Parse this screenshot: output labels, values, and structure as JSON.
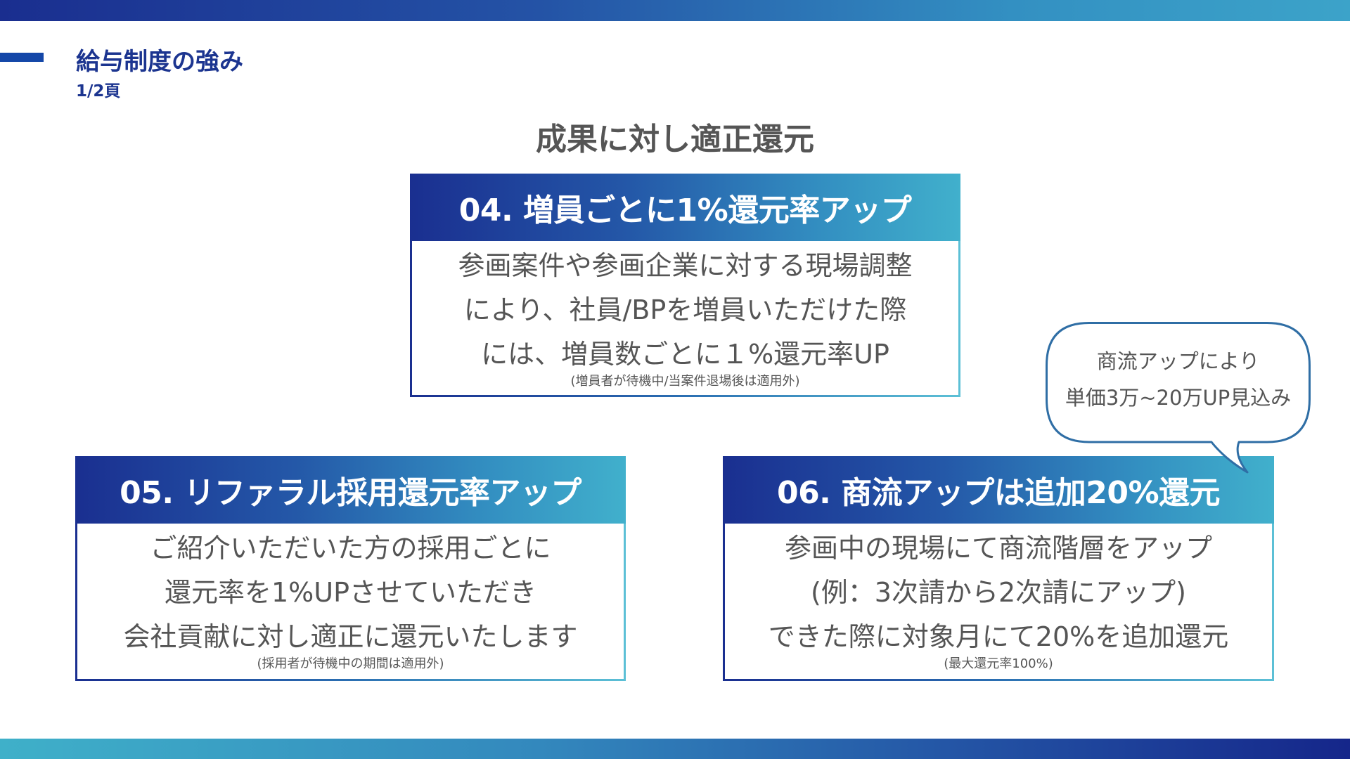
{
  "header": {
    "title": "給与制度の強み",
    "page_indicator": "1/2頁"
  },
  "heading": "成果に対し適正還元",
  "colors": {
    "brand_dark_blue": "#1a2f90",
    "brand_teal": "#41b0cc",
    "title_blue": "#1c3590",
    "body_text_gray": "#555555",
    "bubble_border": "#2f6ea5"
  },
  "cards": [
    {
      "id": "04",
      "title": "04. 増員ごとに1%還元率アップ",
      "lines": [
        "参画案件や参画企業に対する現場調整",
        "により、社員/BPを増員いただけた際",
        "には、増員数ごとに１%還元率UP"
      ],
      "note": "(増員者が待機中/当案件退場後は適用外)"
    },
    {
      "id": "05",
      "title": "05. リファラル採用還元率アップ",
      "lines": [
        "ご紹介いただいた方の採用ごとに",
        "還元率を1%UPさせていただき",
        "会社貢献に対し適正に還元いたします"
      ],
      "note": "(採用者が待機中の期間は適用外)"
    },
    {
      "id": "06",
      "title": "06. 商流アップは追加20%還元",
      "lines": [
        "参画中の現場にて商流階層をアップ",
        "(例：3次請から2次請にアップ)",
        "できた際に対象月にて20%を追加還元"
      ],
      "note": "(最大還元率100%)"
    }
  ],
  "callout": {
    "lines": [
      "商流アップにより",
      "単価3万~20万UP見込み"
    ]
  }
}
